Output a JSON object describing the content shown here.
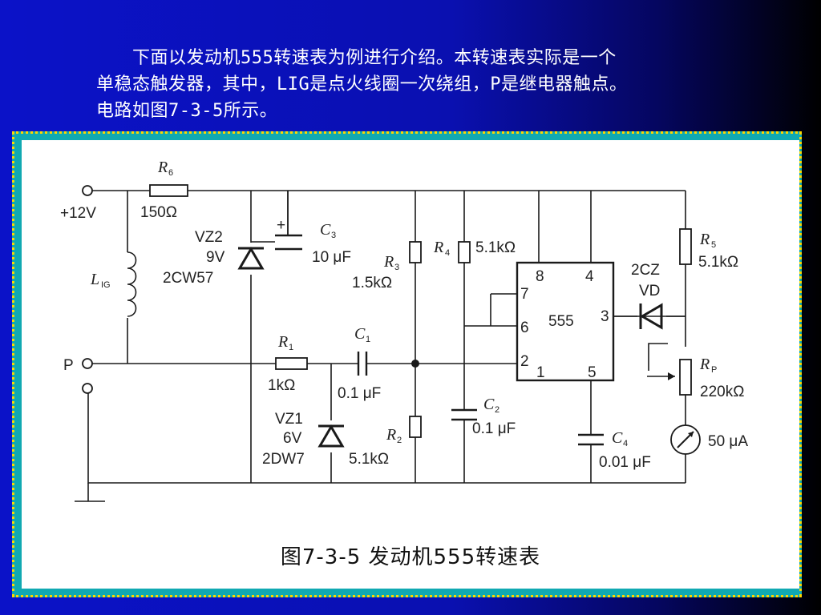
{
  "intro": {
    "line1": "　　下面以发动机555转速表为例进行介绍。本转速表实际是一个",
    "line2": "单稳态触发器，其中，LIG是点火线圈一次绕组，P是继电器触点。",
    "line3": "电路如图7-3-5所示。"
  },
  "caption": "图7-3-5  发动机555转速表",
  "terminals": {
    "supply": "+12V",
    "p": "P"
  },
  "coil": {
    "name": "L",
    "sub": "IG"
  },
  "chip": {
    "name": "555",
    "pin8": "8",
    "pin4": "4",
    "pin7": "7",
    "pin6": "6",
    "pin3": "3",
    "pin2": "2",
    "pin1": "1",
    "pin5": "5"
  },
  "components": {
    "R6": {
      "name": "R",
      "sub": "6",
      "value": "150Ω"
    },
    "R1": {
      "name": "R",
      "sub": "1",
      "value": "1kΩ"
    },
    "R2": {
      "name": "R",
      "sub": "2",
      "value": "5.1kΩ"
    },
    "R3": {
      "name": "R",
      "sub": "3",
      "value": "1.5kΩ"
    },
    "R4": {
      "name": "R",
      "sub": "4",
      "value": "5.1kΩ"
    },
    "R5": {
      "name": "R",
      "sub": "5",
      "value": "5.1kΩ"
    },
    "RP": {
      "name": "R",
      "sub": "P",
      "value": "220kΩ"
    },
    "C1": {
      "name": "C",
      "sub": "1",
      "value": "0.1  μF"
    },
    "C2": {
      "name": "C",
      "sub": "2",
      "value": "0.1  μF"
    },
    "C3": {
      "name": "C",
      "sub": "3",
      "value": "10 μF",
      "polarity": "+"
    },
    "C4": {
      "name": "C",
      "sub": "4",
      "value": "0.01  μF"
    },
    "VZ2": {
      "name": "VZ2",
      "value": "9V",
      "part": "2CW57"
    },
    "VZ1": {
      "name": "VZ1",
      "value": "6V",
      "part": "2DW7"
    },
    "VD": {
      "part": "2CZ",
      "name": "VD"
    },
    "meter": {
      "value": "50  μA"
    }
  }
}
